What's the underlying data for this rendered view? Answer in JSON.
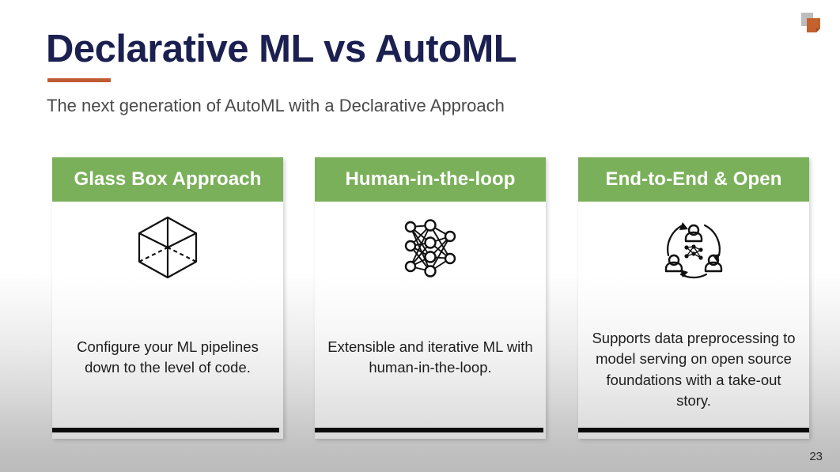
{
  "slide": {
    "title": "Declarative ML vs AutoML",
    "subtitle": "The next generation of AutoML with a Declarative Approach",
    "page_number": "23",
    "accent_color": "#c05a32",
    "title_color": "#1b2050",
    "header_color": "#7ab05a",
    "logo_gray": "#bdbdbd",
    "logo_orange": "#c4622f"
  },
  "cards": [
    {
      "header": "Glass Box Approach",
      "icon": "wireframe-cube-icon",
      "body": "Configure your ML pipelines down to the level of code."
    },
    {
      "header": "Human-in-the-loop",
      "icon": "neural-network-icon",
      "body": "Extensible and iterative ML with human-in-the-loop."
    },
    {
      "header": "End-to-End & Open",
      "icon": "human-in-the-loop-cycle-icon",
      "body": "Supports data preprocessing to model serving on open source foundations with a take-out story."
    }
  ]
}
